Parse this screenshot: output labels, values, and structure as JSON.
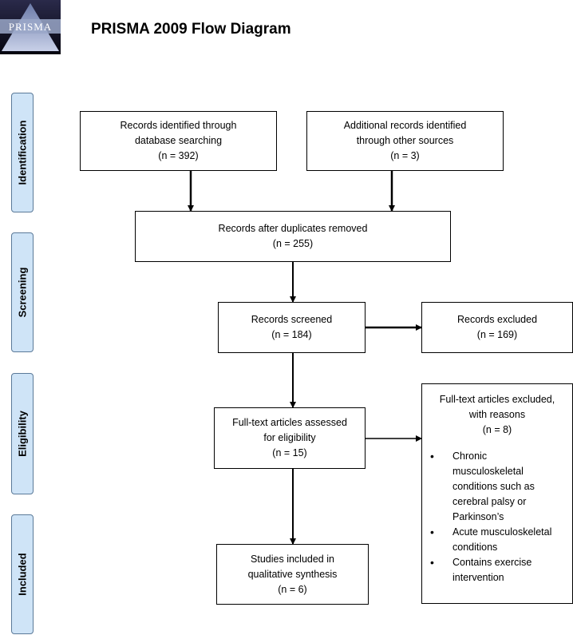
{
  "header": {
    "logo_text": "PRISMA",
    "title": "PRISMA 2009 Flow Diagram"
  },
  "phases": {
    "identification": "Identification",
    "screening": "Screening",
    "eligibility": "Eligibility",
    "included": "Included"
  },
  "boxes": {
    "database": {
      "line1": "Records identified through",
      "line2": "database searching",
      "count": "(n = 392)"
    },
    "other_sources": {
      "line1": "Additional records identified",
      "line2": "through other sources",
      "count": "(n = 3)"
    },
    "duplicates_removed": {
      "line1": "Records after duplicates removed",
      "count": "(n = 255)"
    },
    "screened": {
      "line1": "Records screened",
      "count": "(n = 184)"
    },
    "excluded": {
      "line1": "Records excluded",
      "count": "(n = 169)"
    },
    "fulltext_assessed": {
      "line1": "Full-text articles assessed",
      "line2": "for eligibility",
      "count": "(n = 15)"
    },
    "fulltext_excluded": {
      "line1": "Full-text articles excluded,",
      "line2": "with reasons",
      "count": "(n = 8)",
      "reasons": [
        "Chronic musculoskeletal conditions such as cerebral palsy or Parkinson’s",
        "Acute musculoskeletal conditions",
        "Contains exercise intervention"
      ]
    },
    "included": {
      "line1": "Studies included in",
      "line2": "qualitative synthesis",
      "count": "(n = 6)"
    }
  },
  "colors": {
    "phase_fill": "#cfe4f7",
    "phase_border": "#5b7a99",
    "logo_dark": "#0b0b1e",
    "logo_band": "#9aa7c8"
  }
}
